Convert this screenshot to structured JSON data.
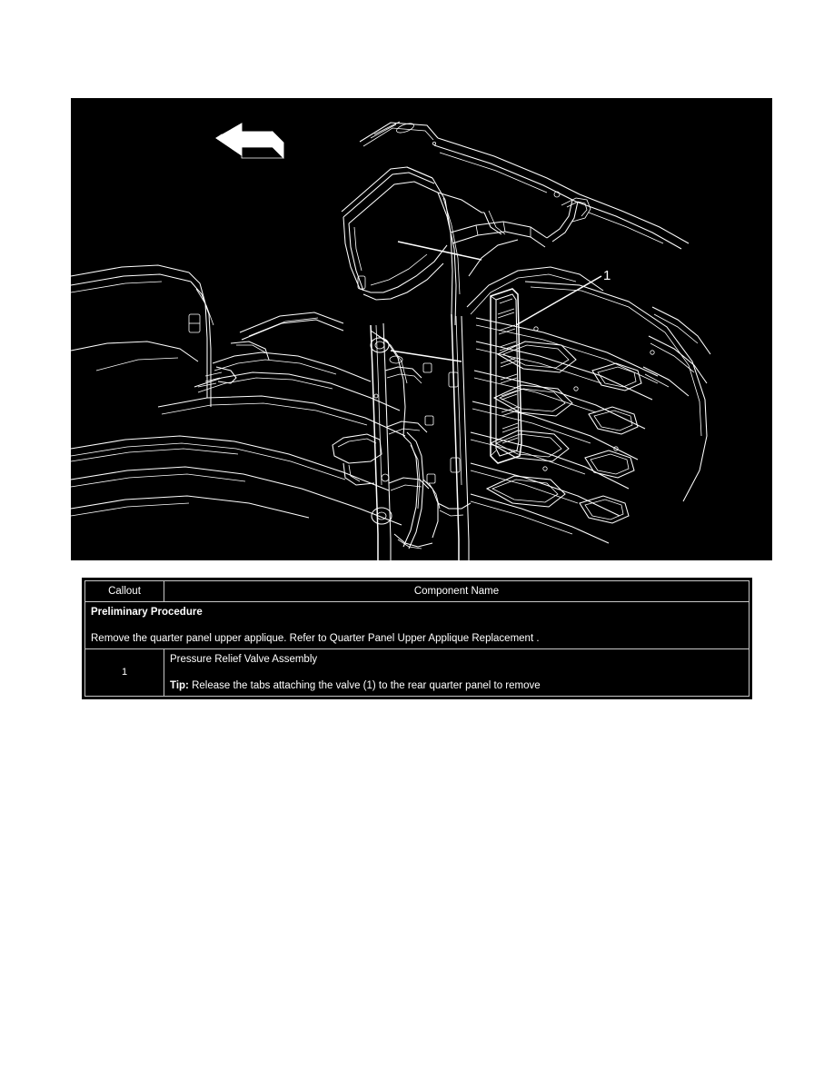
{
  "document": {
    "page_background": "#ffffff",
    "illustration": {
      "name": "pressure-relief-valve-location-illustration",
      "background_color": "#000000",
      "line_color": "#ffffff",
      "style": "white line drawing on black",
      "callouts": [
        {
          "id": "1",
          "label": "1",
          "points_to": "Pressure Relief Valve Assembly"
        }
      ],
      "direction_arrow": {
        "name": "direction-arrow",
        "description": "3D block arrow pointing up and to the left",
        "points": "up-left"
      }
    }
  },
  "table": {
    "name": "callout-component-table",
    "border_color": "#c8c8c8",
    "background_color": "#000000",
    "text_color": "#ffffff",
    "headers": {
      "callout": "Callout",
      "component_name": "Component Name"
    },
    "preliminary": {
      "title": "Preliminary Procedure",
      "text": "Remove the quarter panel upper applique. Refer to Quarter Panel Upper Applique Replacement ."
    },
    "rows": [
      {
        "callout": "1",
        "component_name": "Pressure Relief Valve Assembly",
        "tip_label": "Tip:",
        "tip_text": "Release the tabs attaching the valve (1) to the rear quarter panel to remove"
      }
    ]
  }
}
